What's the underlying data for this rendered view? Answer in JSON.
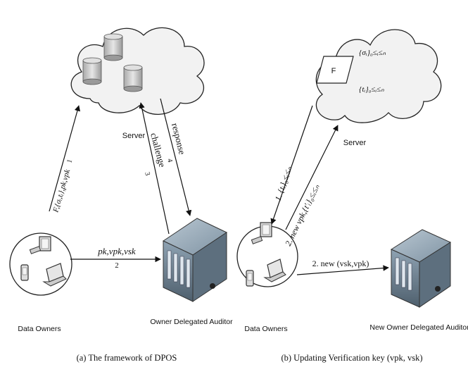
{
  "panel_a": {
    "caption": "(a) The framework of DPOS",
    "server_label": "Server",
    "owners_label": "Data Owners",
    "auditor_label": "Owner Delegated Auditor",
    "edge_upload": "F,{σᵢ,tᵢ},pk,vpk",
    "edge_upload_step": "1",
    "edge_keys": "pk,vpk,vsk",
    "edge_keys_step": "2",
    "edge_challenge": "challenge",
    "edge_challenge_step": "3",
    "edge_response": "response",
    "edge_response_step": "4"
  },
  "panel_b": {
    "caption": "(b) Updating Verification key (vpk, vsk)",
    "server_label": "Server",
    "owners_label": "Data Owners",
    "auditor_label": "New Owner Delegated Auditor",
    "file_label": "F",
    "sigma_set": "{σᵢ}₀≤ᵢ≤ₙ",
    "t_set": "{tᵢ}₀≤ᵢ≤ₙ",
    "edge_fetch": "1. {tᵢ}₀≤ᵢ≤ₙ",
    "edge_update": "2. new vpk,{t'ᵢ}₀≤ᵢ≤ₙ",
    "edge_new_keys": "2. new (vsk,vpk)"
  },
  "colors": {
    "cloud_fill": "#f2f2f2",
    "disk_fill": "#c8c8c8",
    "server_box": "#6f8191",
    "ink": "#111111"
  }
}
